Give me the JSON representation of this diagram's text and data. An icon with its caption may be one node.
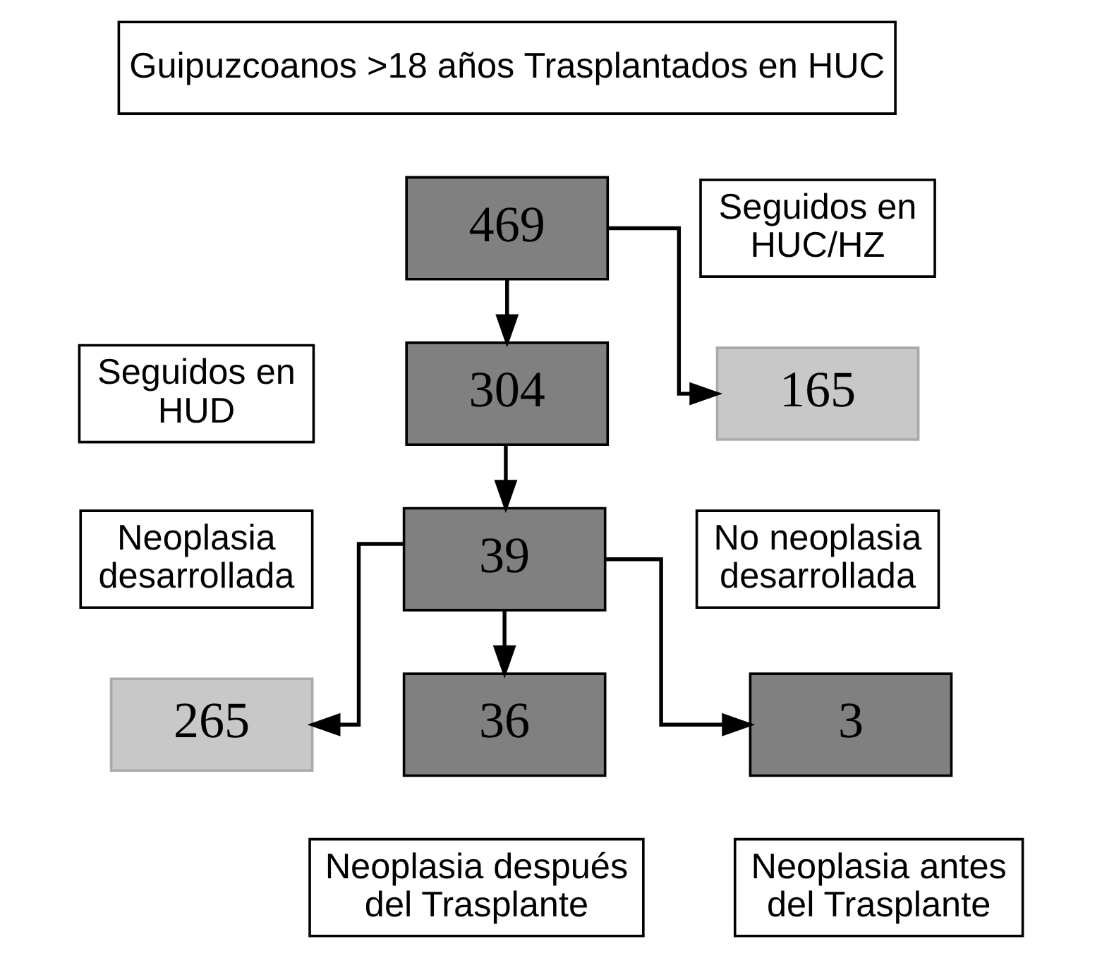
{
  "diagram": {
    "nodes": [
      {
        "text": [
          "Guipuzcoanos >18 años Trasplantados en HUC"
        ]
      },
      {
        "text": [
          "469"
        ]
      },
      {
        "text": [
          "Seguidos en HUC/HZ"
        ]
      },
      {
        "text": [
          "Seguidos en HUD"
        ]
      },
      {
        "text": [
          "304"
        ]
      },
      {
        "text": [
          "165"
        ]
      },
      {
        "text": [
          "No neoplasia desarrollada"
        ]
      },
      {
        "text": [
          "Neoplasia desarrollada"
        ]
      },
      {
        "text": [
          "39"
        ]
      },
      {
        "text": [
          "265"
        ]
      },
      {
        "text": [
          "36"
        ]
      },
      {
        "text": [
          "3"
        ]
      },
      {
        "text": [
          "Neoplasia después del Trasplante"
        ]
      },
      {
        "text": [
          "Neoplasia antes del Trasplante"
        ]
      }
    ],
    "edges": [
      {
        "from": 1,
        "to": 4,
        "arrow": "to"
      },
      {
        "from": 1,
        "to": 5,
        "arrow": "to"
      },
      {
        "from": 4,
        "to": 8,
        "arrow": "to"
      },
      {
        "from": 8,
        "to": 9,
        "arrow": "to"
      },
      {
        "from": 8,
        "to": 10,
        "arrow": "to"
      },
      {
        "from": 8,
        "to": 11,
        "arrow": "to"
      }
    ]
  }
}
